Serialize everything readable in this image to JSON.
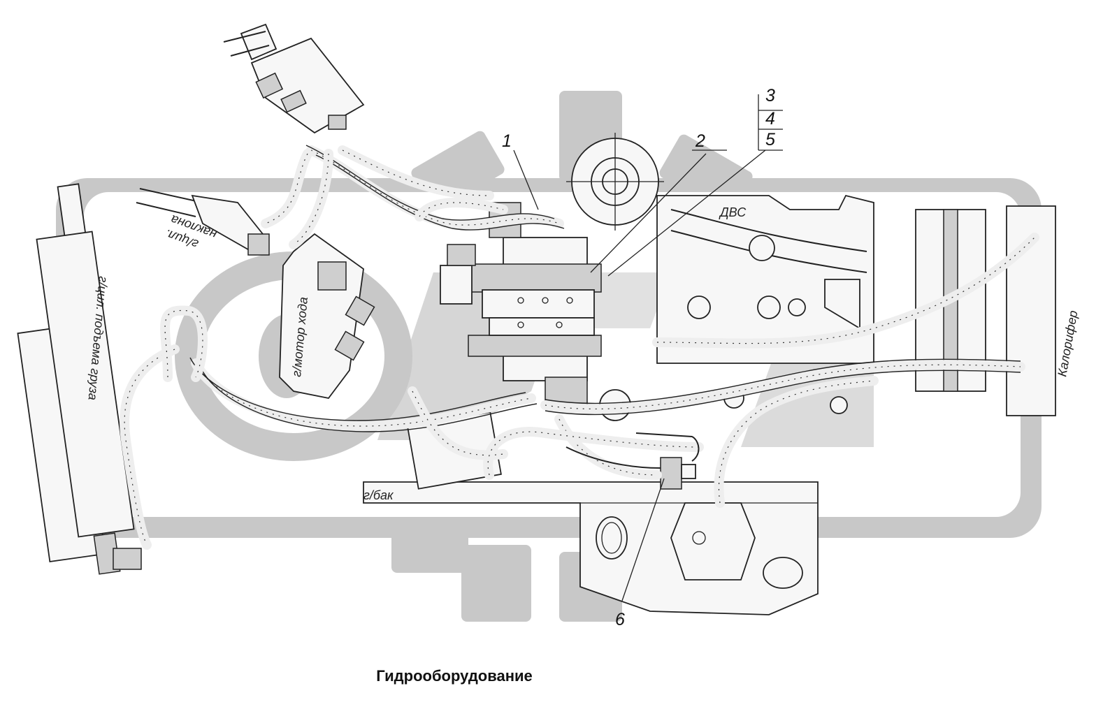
{
  "caption": "Гидрооборудование",
  "callouts": [
    "1",
    "2",
    "3",
    "4",
    "5",
    "6"
  ],
  "labels": {
    "engine": "ДВС",
    "tilt_cylinder": "г/цил. наклона",
    "tilt_cylinder_line1": "г/цил.",
    "tilt_cylinder_line2": "наклона",
    "lift_cylinder": "г/цил. подъема груза",
    "travel_motor": "г/мотор хода",
    "tank": "г/бак",
    "heater": "Калорифер"
  },
  "colors": {
    "watermark": "#c8c8c8",
    "lines": "#222222",
    "hose_fill": "#eeeeee"
  }
}
